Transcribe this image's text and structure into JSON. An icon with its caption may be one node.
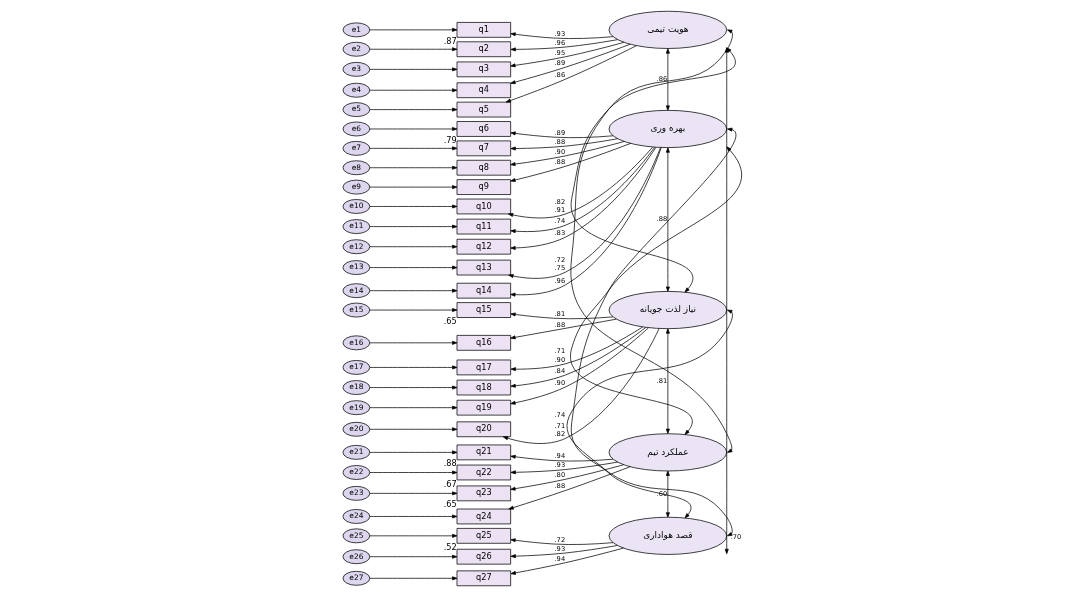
{
  "diagram": {
    "nodes": [
      {
        "text": [
          "e1"
        ]
      },
      {
        "text": [
          "e2"
        ]
      },
      {
        "text": [
          "e3"
        ]
      },
      {
        "text": [
          "e4"
        ]
      },
      {
        "text": [
          "e5"
        ]
      },
      {
        "text": [
          "e6"
        ]
      },
      {
        "text": [
          "e7"
        ]
      },
      {
        "text": [
          "e8"
        ]
      },
      {
        "text": [
          "e9"
        ]
      },
      {
        "text": [
          "e10"
        ]
      },
      {
        "text": [
          "e11"
        ]
      },
      {
        "text": [
          "e12"
        ]
      },
      {
        "text": [
          "e13"
        ]
      },
      {
        "text": [
          "e14"
        ]
      },
      {
        "text": [
          "e15"
        ]
      },
      {
        "text": [
          "e16"
        ]
      },
      {
        "text": [
          "e17"
        ]
      },
      {
        "text": [
          "e18"
        ]
      },
      {
        "text": [
          "e19"
        ]
      },
      {
        "text": [
          "e20"
        ]
      },
      {
        "text": [
          "e21"
        ]
      },
      {
        "text": [
          "e22"
        ]
      },
      {
        "text": [
          "e23"
        ]
      },
      {
        "text": [
          "e24"
        ]
      },
      {
        "text": [
          "e25"
        ]
      },
      {
        "text": [
          "e26"
        ]
      },
      {
        "text": [
          "e27"
        ]
      },
      {
        "text": [
          "q1"
        ],
        "beside": [
          ".87"
        ]
      },
      {
        "text": [
          "q2"
        ]
      },
      {
        "text": [
          "q3"
        ]
      },
      {
        "text": [
          "q4"
        ]
      },
      {
        "text": [
          "q5"
        ]
      },
      {
        "text": [
          "q6"
        ],
        "beside": [
          ".79"
        ]
      },
      {
        "text": [
          "q7"
        ]
      },
      {
        "text": [
          "q8"
        ]
      },
      {
        "text": [
          "q9"
        ]
      },
      {
        "text": [
          "q10"
        ]
      },
      {
        "text": [
          "q11"
        ]
      },
      {
        "text": [
          "q12"
        ]
      },
      {
        "text": [
          "q13"
        ]
      },
      {
        "text": [
          "q14"
        ]
      },
      {
        "text": [
          "q15"
        ],
        "beside": [
          ".65"
        ]
      },
      {
        "text": [
          "q16"
        ]
      },
      {
        "text": [
          "q17"
        ]
      },
      {
        "text": [
          "q18"
        ]
      },
      {
        "text": [
          "q19"
        ]
      },
      {
        "text": [
          "q20"
        ]
      },
      {
        "text": [
          "q21"
        ],
        "beside": [
          ".88"
        ]
      },
      {
        "text": [
          "q22"
        ],
        "beside": [
          ".67"
        ]
      },
      {
        "text": [
          "q23"
        ],
        "beside": [
          ".65"
        ]
      },
      {
        "text": [
          "q24"
        ]
      },
      {
        "text": [
          "q25"
        ],
        "beside": [
          ".52"
        ]
      },
      {
        "text": [
          "q26"
        ]
      },
      {
        "text": [
          "q27"
        ]
      },
      {
        "text": [
          "هویت تیمی"
        ]
      },
      {
        "text": [
          "بهره وری"
        ]
      },
      {
        "text": [
          "نیاز لذت جویانه"
        ]
      },
      {
        "text": [
          "عملکرد تیم"
        ]
      },
      {
        "text": [
          "قصد هواداری"
        ]
      }
    ],
    "edges": [
      {
        "from": 0,
        "to": 27,
        "arrow": "to"
      },
      {
        "from": 1,
        "to": 28,
        "arrow": "to"
      },
      {
        "from": 2,
        "to": 29,
        "arrow": "to"
      },
      {
        "from": 3,
        "to": 30,
        "arrow": "to"
      },
      {
        "from": 4,
        "to": 31,
        "arrow": "to"
      },
      {
        "from": 5,
        "to": 32,
        "arrow": "to"
      },
      {
        "from": 6,
        "to": 33,
        "arrow": "to"
      },
      {
        "from": 7,
        "to": 34,
        "arrow": "to"
      },
      {
        "from": 8,
        "to": 35,
        "arrow": "to"
      },
      {
        "from": 9,
        "to": 36,
        "arrow": "to"
      },
      {
        "from": 10,
        "to": 37,
        "arrow": "to"
      },
      {
        "from": 11,
        "to": 38,
        "arrow": "to"
      },
      {
        "from": 12,
        "to": 39,
        "arrow": "to"
      },
      {
        "from": 13,
        "to": 40,
        "arrow": "to"
      },
      {
        "from": 14,
        "to": 41,
        "arrow": "to"
      },
      {
        "from": 15,
        "to": 42,
        "arrow": "to"
      },
      {
        "from": 16,
        "to": 43,
        "arrow": "to"
      },
      {
        "from": 17,
        "to": 44,
        "arrow": "to"
      },
      {
        "from": 18,
        "to": 45,
        "arrow": "to"
      },
      {
        "from": 19,
        "to": 46,
        "arrow": "to"
      },
      {
        "from": 20,
        "to": 47,
        "arrow": "to"
      },
      {
        "from": 21,
        "to": 48,
        "arrow": "to"
      },
      {
        "from": 22,
        "to": 49,
        "arrow": "to"
      },
      {
        "from": 23,
        "to": 50,
        "arrow": "to"
      },
      {
        "from": 24,
        "to": 51,
        "arrow": "to"
      },
      {
        "from": 25,
        "to": 52,
        "arrow": "to"
      },
      {
        "from": 26,
        "to": 53,
        "arrow": "to"
      },
      {
        "from": 54,
        "to": 27,
        "arrow": "to",
        "label": ".93"
      },
      {
        "from": 54,
        "to": 28,
        "arrow": "to",
        "label": ".96"
      },
      {
        "from": 54,
        "to": 29,
        "arrow": "to",
        "label": ".95"
      },
      {
        "from": 54,
        "to": 30,
        "arrow": "to",
        "label": ".89"
      },
      {
        "from": 54,
        "to": 31,
        "arrow": "to",
        "label": ".86"
      },
      {
        "from": 55,
        "to": 32,
        "arrow": "to",
        "label": ".89"
      },
      {
        "from": 55,
        "to": 33,
        "arrow": "to",
        "label": ".88"
      },
      {
        "from": 55,
        "to": 34,
        "arrow": "to",
        "label": ".90"
      },
      {
        "from": 55,
        "to": 35,
        "arrow": "to",
        "label": ".88"
      },
      {
        "from": 55,
        "to": 36,
        "arrow": "to",
        "label": ".91"
      },
      {
        "from": 55,
        "to": 37,
        "arrow": "to",
        "label": ".74"
      },
      {
        "from": 55,
        "to": 38,
        "arrow": "to",
        "label": ".83"
      },
      {
        "from": 55,
        "to": 39,
        "arrow": "to",
        "label": ".75"
      },
      {
        "from": 55,
        "to": 40,
        "arrow": "to",
        "label": ".96"
      },
      {
        "from": 56,
        "to": 41,
        "arrow": "to",
        "label": ".81"
      },
      {
        "from": 56,
        "to": 42,
        "arrow": "to",
        "label": ".88"
      },
      {
        "from": 56,
        "to": 43,
        "arrow": "to",
        "label": ".90"
      },
      {
        "from": 56,
        "to": 44,
        "arrow": "to",
        "label": ".84"
      },
      {
        "from": 56,
        "to": 45,
        "arrow": "to",
        "label": ".90"
      },
      {
        "from": 56,
        "to": 46,
        "arrow": "to",
        "label": ".82"
      },
      {
        "from": 57,
        "to": 47,
        "arrow": "to",
        "label": ".94"
      },
      {
        "from": 57,
        "to": 48,
        "arrow": "to",
        "label": ".93"
      },
      {
        "from": 57,
        "to": 49,
        "arrow": "to",
        "label": ".80"
      },
      {
        "from": 57,
        "to": 50,
        "arrow": "to",
        "label": ".88"
      },
      {
        "from": 58,
        "to": 51,
        "arrow": "to",
        "label": ".72"
      },
      {
        "from": 58,
        "to": 52,
        "arrow": "to",
        "label": ".93"
      },
      {
        "from": 58,
        "to": 53,
        "arrow": "to",
        "label": ".94"
      },
      {
        "from": 54,
        "to": 55,
        "arrow": "both",
        "label": ".86"
      },
      {
        "from": 54,
        "to": 56,
        "arrow": "both",
        "label": ".82"
      },
      {
        "from": 54,
        "to": 57,
        "arrow": "both",
        "label": ".72"
      },
      {
        "from": 54,
        "to": 58,
        "arrow": "both",
        "label": ".70"
      },
      {
        "from": 55,
        "to": 56,
        "arrow": "both",
        "label": ".88"
      },
      {
        "from": 55,
        "to": 57,
        "arrow": "both",
        "label": ".71"
      },
      {
        "from": 55,
        "to": 58,
        "arrow": "both",
        "label": ".71"
      },
      {
        "from": 56,
        "to": 57,
        "arrow": "both",
        "label": ".81"
      },
      {
        "from": 56,
        "to": 58,
        "arrow": "both",
        "label": ".74"
      },
      {
        "from": 57,
        "to": 58,
        "arrow": "both",
        "label": ".60"
      }
    ]
  }
}
